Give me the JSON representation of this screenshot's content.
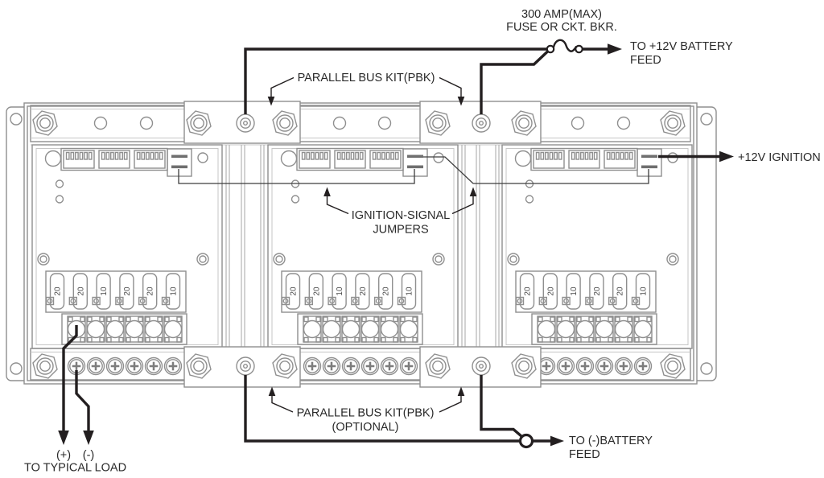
{
  "labels": {
    "fuse_rating_line1": "300 AMP(MAX)",
    "fuse_rating_line2": "FUSE OR CKT. BKR.",
    "battery_pos_line1": "TO +12V BATTERY",
    "battery_pos_line2": "FEED",
    "pbk_top": "PARALLEL BUS KIT(PBK)",
    "ignition": "+12V IGNITION",
    "jumpers_line1": "IGNITION-SIGNAL",
    "jumpers_line2": "JUMPERS",
    "pbk_bottom_line1": "PARALLEL BUS KIT(PBK)",
    "pbk_bottom_line2": "(OPTIONAL)",
    "battery_neg_line1": "TO (-)BATTERY",
    "battery_neg_line2": "FEED",
    "load_pos": "(+)",
    "load_neg": "(-)",
    "load": "TO TYPICAL LOAD"
  },
  "modules": [
    {
      "id": "module-1",
      "fuse_ratings": [
        "20",
        "20",
        "10",
        "20",
        "20",
        "10"
      ]
    },
    {
      "id": "module-2",
      "fuse_ratings": [
        "20",
        "20",
        "10",
        "20",
        "20",
        "10"
      ]
    },
    {
      "id": "module-3",
      "fuse_ratings": [
        "20",
        "20",
        "10",
        "20",
        "20",
        "10"
      ]
    }
  ],
  "colors": {
    "wire": "#231f20",
    "hardware": "#8f8f8f",
    "text": "#2a2a2a",
    "background": "#ffffff"
  }
}
